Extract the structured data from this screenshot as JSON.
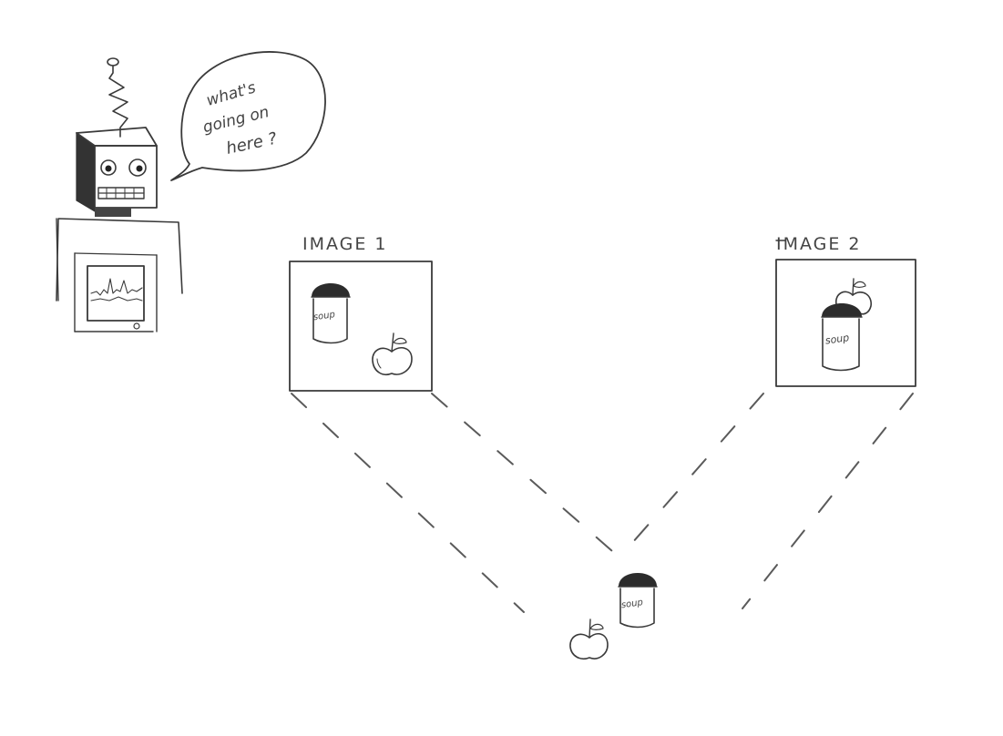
{
  "speech_bubble": {
    "line1": "what's",
    "line2": "going on",
    "line3": "here ?"
  },
  "image1": {
    "label": "IMAGE 1",
    "can_label": "soup"
  },
  "image2": {
    "label": "IMAGE 2",
    "can_label": "soup"
  },
  "scene_can_label": "soup",
  "colors": {
    "pencil": "#3a3a3a",
    "dash": "#5a5a5a",
    "background": "#ffffff"
  }
}
